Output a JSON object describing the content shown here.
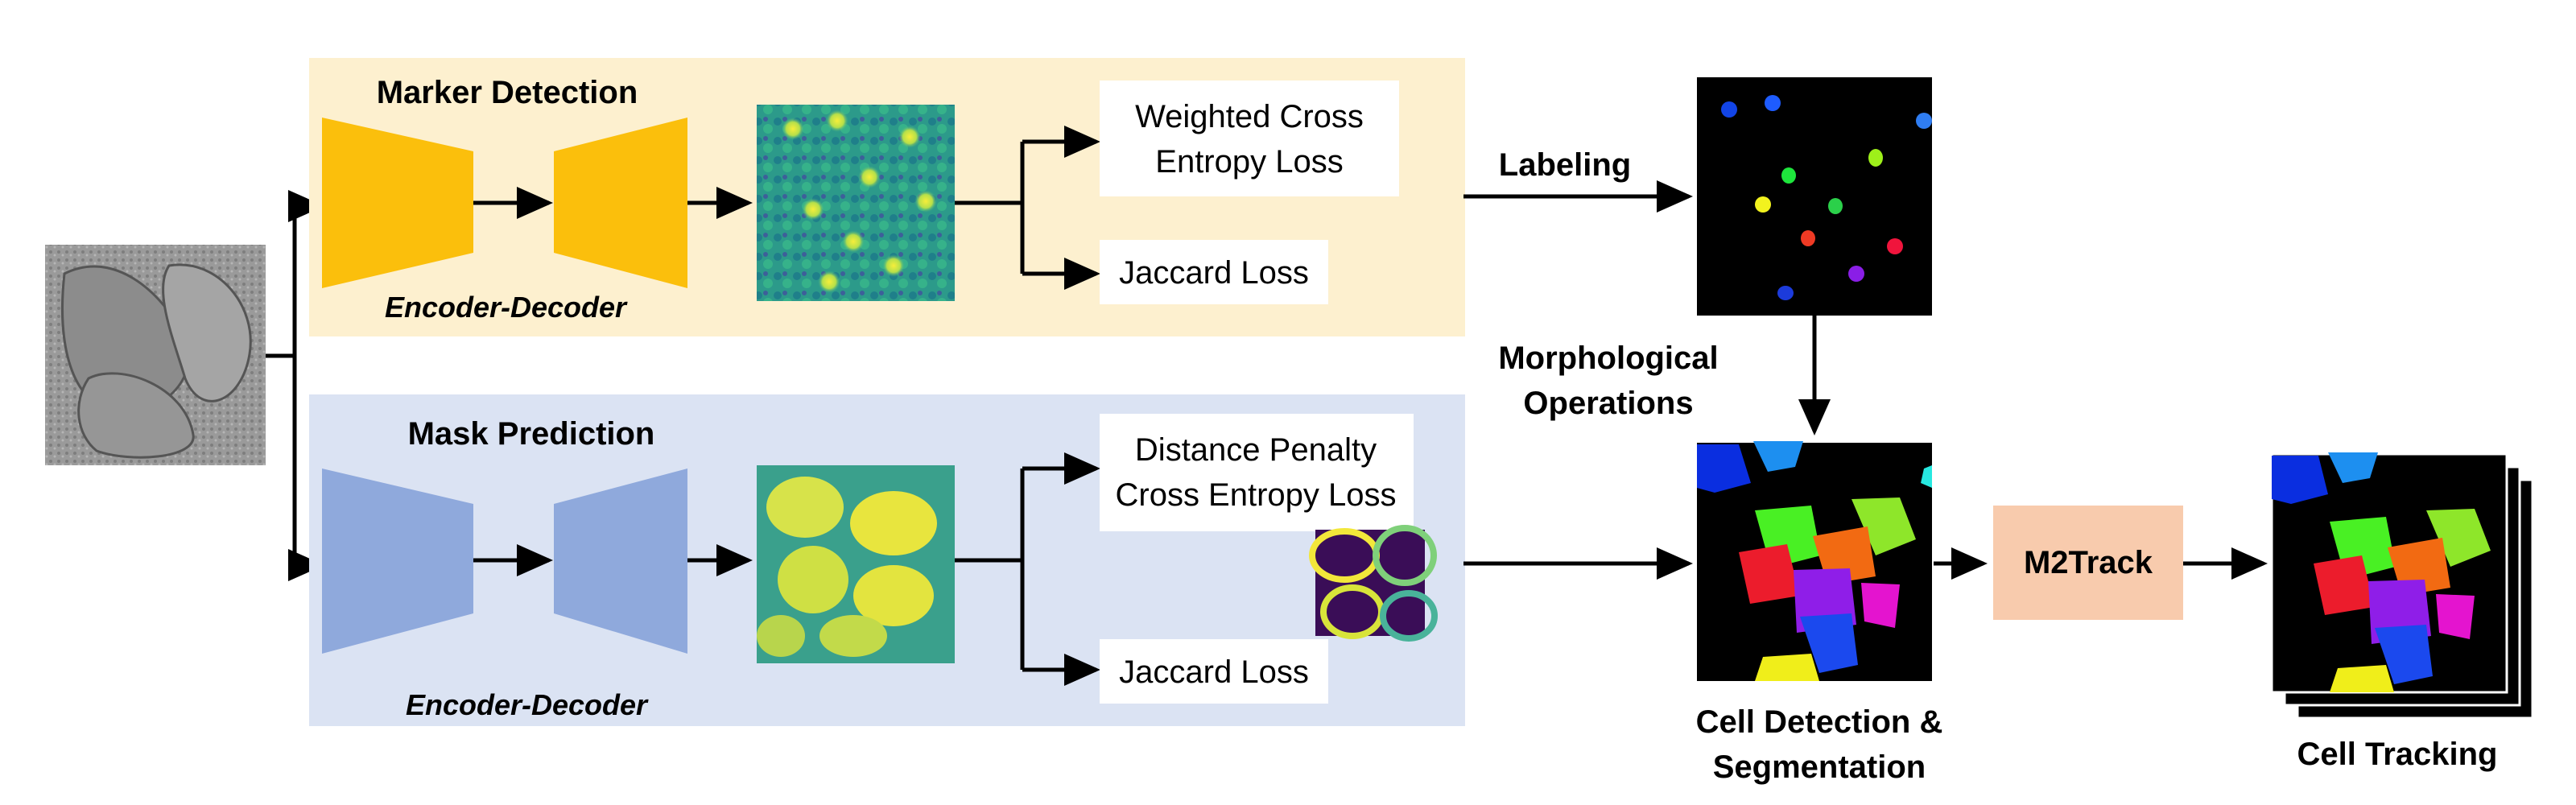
{
  "marker_branch": {
    "title": "Marker Detection",
    "network_label": "Encoder-Decoder",
    "loss_primary": [
      "Weighted Cross",
      "Entropy Loss"
    ],
    "loss_secondary": "Jaccard Loss"
  },
  "mask_branch": {
    "title": "Mask Prediction",
    "network_label": "Encoder-Decoder",
    "loss_primary": [
      "Distance Penalty",
      "Cross Entropy Loss"
    ],
    "loss_secondary": "Jaccard Loss"
  },
  "steps": {
    "labeling": "Labeling",
    "morphological": [
      "Morphological",
      "Operations"
    ],
    "tracker": "M2Track"
  },
  "outputs": {
    "detection_segmentation": [
      "Cell Detection &",
      "Segmentation"
    ],
    "tracking": "Cell Tracking"
  },
  "colors": {
    "marker_panel": "#fdf0cf",
    "mask_panel": "#dbe3f3",
    "marker_network": "#fbbf0c",
    "mask_network": "#8fa9dc",
    "tracker_box": "#f8cbad"
  }
}
